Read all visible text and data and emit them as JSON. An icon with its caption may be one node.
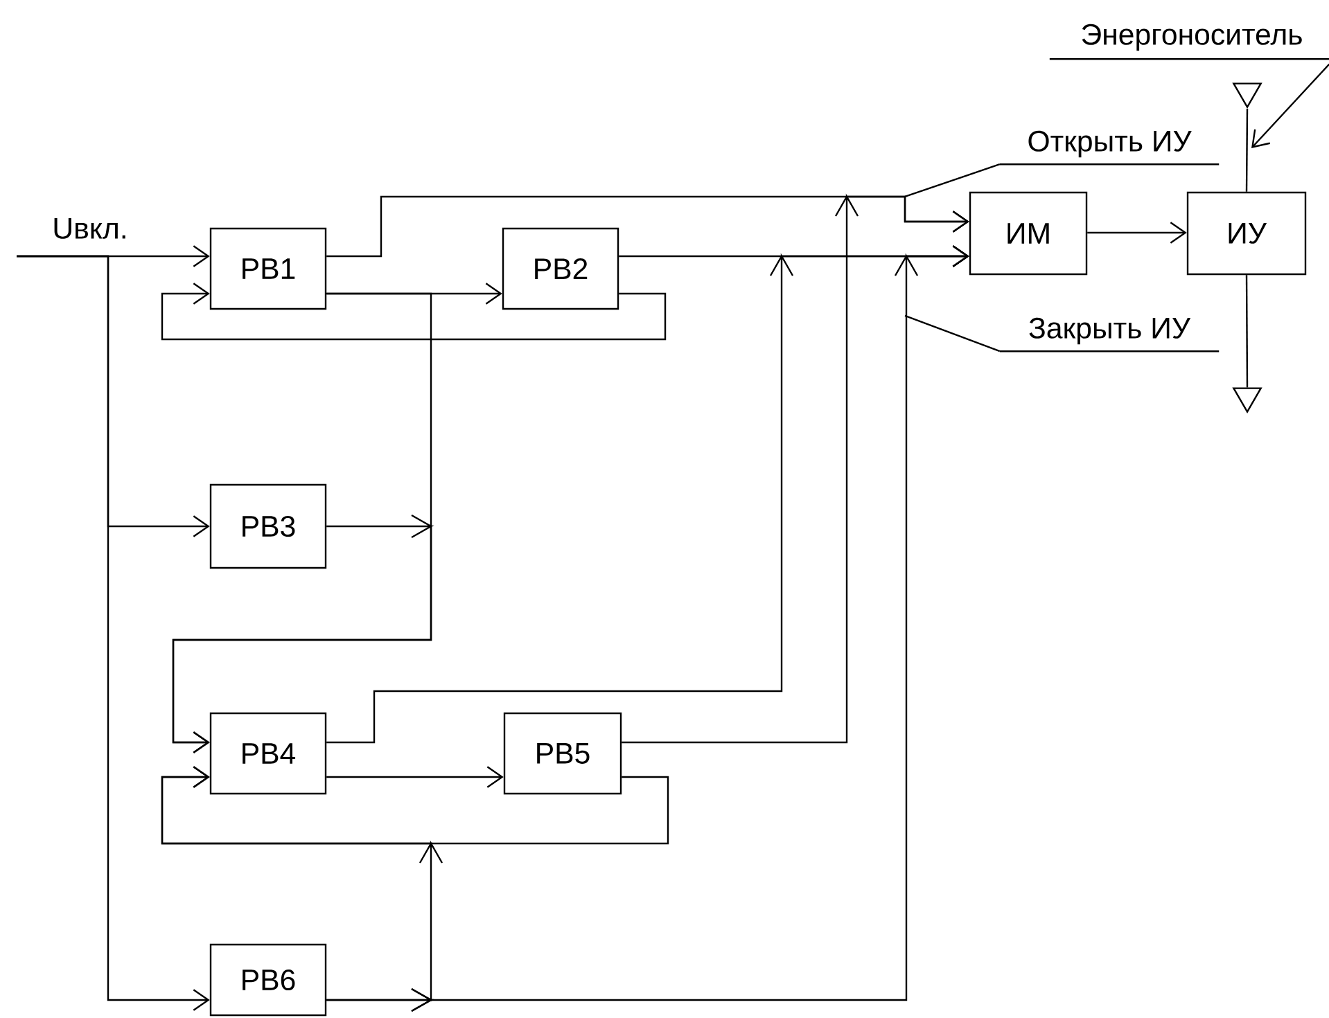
{
  "diagram": {
    "nodes": [
      {
        "text": [
          "РВ1"
        ]
      },
      {
        "text": [
          "РВ2"
        ]
      },
      {
        "text": [
          "РВ3"
        ]
      },
      {
        "text": [
          "РВ4"
        ]
      },
      {
        "text": [
          "РВ5"
        ]
      },
      {
        "text": [
          "РВ6"
        ]
      },
      {
        "text": [
          "ИМ"
        ]
      },
      {
        "text": [
          "ИУ"
        ]
      },
      {
        "text": [],
        "shape": "triangle"
      },
      {
        "text": [],
        "shape": "triangle"
      },
      {
        "text": [
          "Энергоноситель"
        ]
      },
      {
        "text": [
          "Открыть ИУ"
        ]
      },
      {
        "text": [
          "Закрыть ИУ"
        ]
      }
    ],
    "edges": [
      {
        "from": null,
        "to": 0,
        "arrow": "to",
        "label": "Uвкл."
      },
      {
        "from": null,
        "to": 2,
        "arrow": "to"
      },
      {
        "from": null,
        "to": 5,
        "arrow": "to"
      },
      {
        "from": 0,
        "to": 1,
        "arrow": "to"
      },
      {
        "from": 1,
        "to": 0,
        "arrow": "to"
      },
      {
        "from": 0,
        "to": 6,
        "arrow": "to"
      },
      {
        "from": 1,
        "to": 6,
        "arrow": "to"
      },
      {
        "from": 0,
        "to": 3,
        "arrow": "to"
      },
      {
        "from": 2,
        "to": 3,
        "arrow": "to"
      },
      {
        "from": 3,
        "to": 4,
        "arrow": "to"
      },
      {
        "from": 4,
        "to": 3,
        "arrow": "to"
      },
      {
        "from": 5,
        "to": 3,
        "arrow": "to"
      },
      {
        "from": 3,
        "to": 6,
        "arrow": "to"
      },
      {
        "from": 4,
        "to": 6,
        "arrow": "to"
      },
      {
        "from": 5,
        "to": 6,
        "arrow": "to"
      },
      {
        "from": 6,
        "to": 7,
        "arrow": "to"
      },
      {
        "from": 8,
        "to": 7,
        "arrow": "none"
      },
      {
        "from": 7,
        "to": 9,
        "arrow": "none"
      },
      {
        "from": 10,
        "to": null,
        "arrow": "to"
      },
      {
        "from": 11,
        "to": null,
        "arrow": "none"
      },
      {
        "from": 12,
        "to": null,
        "arrow": "none"
      }
    ]
  }
}
